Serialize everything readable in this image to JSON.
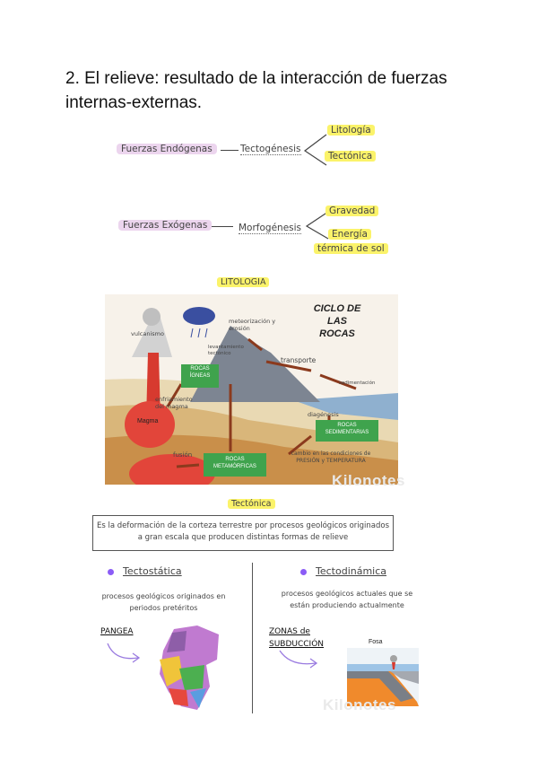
{
  "title": "2. El relieve: resultado de la interacción de fuerzas internas-externas.",
  "endogenas": {
    "label": "Fuerzas Endógenas",
    "process": "Tectogénesis",
    "branches": [
      "Litología",
      "Tectónica"
    ]
  },
  "exogenas": {
    "label": "Fuerzas Exógenas",
    "process": "Morfogénesis",
    "branches": [
      "Gravedad",
      "Energía",
      "térmica de sol"
    ]
  },
  "litologia_heading": "LITOLOGIA",
  "ciclo": {
    "title_line1": "CICLO DE LAS",
    "title_line2": "ROCAS",
    "labels": {
      "vulcanismo": "vulcanismo",
      "meteorizacion": "meteorización y erosión",
      "levantamiento": "levantamiento tectónico",
      "transporte": "transporte",
      "sedimentacion": "sedimentación",
      "rocas_igneas": "ROCAS ÍGNEAS",
      "enfriamiento": "enfriamiento del magma",
      "magma": "Magma",
      "diagenesis": "diagénesis",
      "rocas_sedimentarias": "ROCAS SEDIMENTARIAS",
      "fusion": "fusión",
      "rocas_metamorficas": "ROCAS METAMÓRFICAS",
      "cambio": "cambio en las condiciones de PRESIÓN y TEMPERATURA"
    }
  },
  "watermark": "Kilonotes",
  "tectonica_heading": "Tectónica",
  "tectonica_def": "Es la deformación de la corteza terrestre por procesos geológicos originados a gran escala que producen distintas formas de relieve",
  "tectostatica": {
    "heading": "Tectostática",
    "desc": "procesos geológicos originados en periodos pretéritos",
    "example": "PANGEA"
  },
  "tectodinamica": {
    "heading": "Tectodinámica",
    "desc": "procesos geológicos actuales que se están produciendo actualmente",
    "example": "ZONAS de SUBDUCCIÓN",
    "fosa": "Fosa"
  },
  "colors": {
    "highlight_yellow": "#fbf36a",
    "highlight_pink": "#ecd5ee",
    "rock_box_green": "#3fa34d",
    "bullet_purple": "#8b5cf6"
  }
}
